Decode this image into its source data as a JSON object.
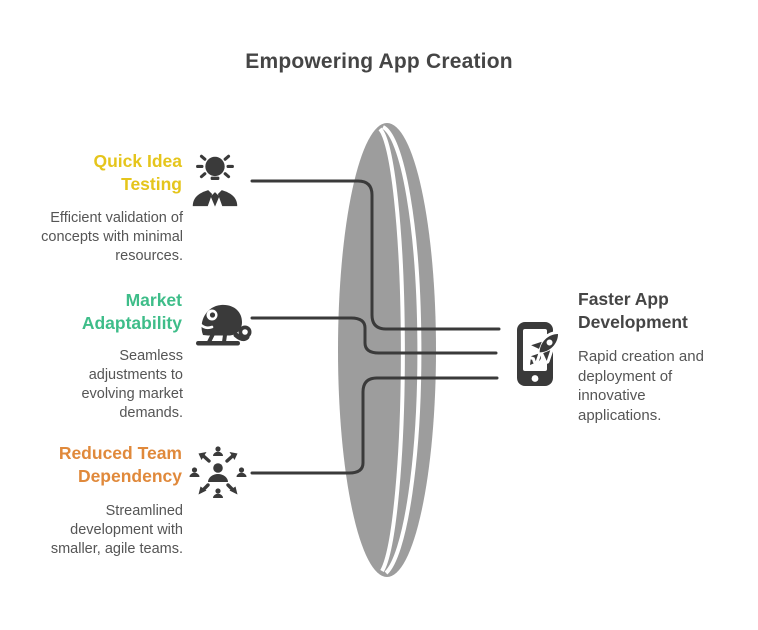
{
  "title": "Empowering App Creation",
  "colors": {
    "yellow": "#E5C51C",
    "green": "#3EBD89",
    "orange": "#E0893B",
    "dark": "#454545",
    "body": "#555555",
    "lens": "#9D9D9D",
    "line": "#3A3A3A",
    "icon": "#3A3A3A"
  },
  "items": {
    "quick_idea": {
      "heading": "Quick Idea\nTesting",
      "description": "Efficient validation of\nconcepts with minimal\nresources.",
      "icon": "idea-person-icon"
    },
    "market": {
      "heading": "Market\nAdaptability",
      "description": "Seamless\nadjustments to\nevolving market\ndemands.",
      "icon": "chameleon-icon"
    },
    "reduced_team": {
      "heading": "Reduced Team\nDependency",
      "description": "Streamlined\ndevelopment with\nsmaller, agile teams.",
      "icon": "team-delegation-icon"
    },
    "faster_app": {
      "heading": "Faster App\nDevelopment",
      "description": "Rapid creation and\ndeployment of\ninnovative\napplications.",
      "icon": "phone-rocket-icon"
    }
  }
}
